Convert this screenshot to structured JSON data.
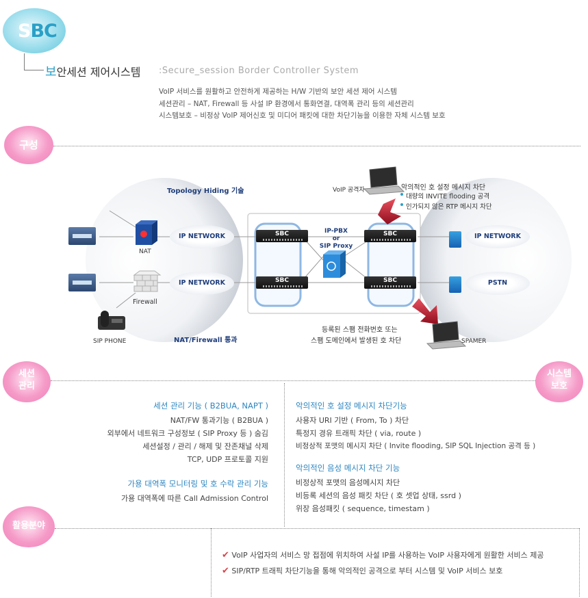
{
  "header": {
    "logo_s": "S",
    "logo_bc": "BC",
    "title_kr_lead": "보",
    "title_kr_rest": "안세션 제어시스템",
    "title_en": ":Secure_session Border Controller System",
    "intro": [
      "VoIP 서비스를 원활하고 안전하게 제공하는 H/W 기반의 보안 세션 제어 시스템",
      "세션관리 – NAT, Firewall 등 사설 IP 환경에서 통화연결, 대역폭 관리 등의 세션관리",
      "시스템보호 – 비정상 VoIP 제어신호 및 미디어 패킷에 대한 차단기능을 이용한 자체 시스템 보호"
    ]
  },
  "sections": {
    "config": "구성",
    "session_mgmt": [
      "세션",
      "관리"
    ],
    "system_protect": [
      "시스템",
      "보호"
    ],
    "application": "활용분야"
  },
  "diagram": {
    "topology_hiding": "Topology Hiding 기술",
    "nat_firewall": "NAT/Firewall 통과",
    "nat_label": "NAT",
    "firewall_label": "Firewall",
    "sip_phone_label": "SIP PHONE",
    "ip_network_1": "IP NETWORK",
    "ip_network_2": "IP NETWORK",
    "ip_network_right": "IP NETWORK",
    "pstn": "PSTN",
    "sbc": "SBC",
    "pbx_line1": "IP-PBX",
    "pbx_line2": "or",
    "pbx_line3": "SIP Proxy",
    "voip_attacker": "VoIP 공격자",
    "spamer": "SPAMER",
    "attack_title": "악의적인 호 설정 메시지 차단",
    "attack_items": [
      "대량의 INVITE flooding 공격",
      "인가되지 않은 RTP 메시지 차단"
    ],
    "spam_line1": "등록된 스팸 전화번호 또는",
    "spam_line2": "스팸 도메인에서 발생된 호 차단"
  },
  "session": {
    "heading1": "세션 관리 기능 ( B2BUA, NAPT )",
    "items1": [
      "NAT/FW 통과기능 ( B2BUA )",
      "외부에서 네트워크 구성정보 ( SIP Proxy 등 ) 숨김",
      "세션설정 / 관리 / 해제 및 잔존채널 삭제",
      "TCP, UDP 프로토콜 지원"
    ],
    "heading2": "가용 대역폭 모니터링 및 호 수락 관리 기능",
    "items2": [
      "가용 대역폭에 따른 Call Admission Control"
    ]
  },
  "protect": {
    "heading1": "악의적인 호 설정 메시지 차단기능",
    "items1": [
      "사용자 URI 기반 ( From, To ) 차단",
      "특정지 경유 트래픽 차단 ( via, route )",
      "비정상적 포맷의 메시지 차단 ( Invite flooding, SIP SQL Injection 공격 등 )"
    ],
    "heading2": "악의적인 음성 메시지 차단 기능",
    "items2": [
      "비정상적 포맷의 음성메시지 차단",
      "비등록 세션의 음성 패킷 차단 ( 호 셋업 상태, ssrd )",
      "위장 음성패킷 ( sequence, timestam )"
    ]
  },
  "applications": [
    "VoIP 사업자의 서비스 망 접점에 위치하여 사설 IP를 사용하는 VoIP 사용자에게 원활한 서비스 제공",
    "SIP/RTP 트래픽 차단기능을 통해 악의적인 공격으로 부터 시스템 및 VoIP 서비스 보호"
  ],
  "colors": {
    "accent_blue": "#2aa0c7",
    "heading_blue": "#2d86c0",
    "pink": "#f27fb9",
    "red_arrow": "#c8102e"
  }
}
